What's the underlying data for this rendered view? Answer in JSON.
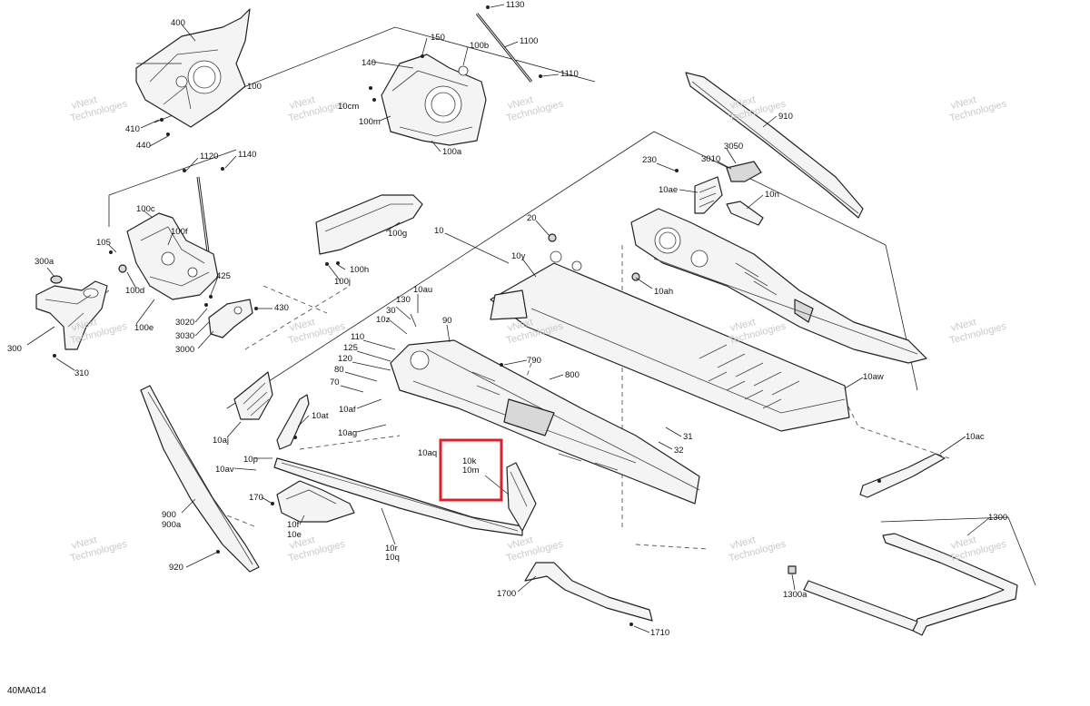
{
  "diagram": {
    "reference_code": "40MA014",
    "watermark_lines": [
      "vNext",
      "Technologies"
    ],
    "callouts": [
      "400",
      "410",
      "440",
      "100",
      "140",
      "150",
      "100b",
      "1130",
      "1100",
      "1110",
      "10cm",
      "100m",
      "100a",
      "1120",
      "1140",
      "100c",
      "100f",
      "105",
      "100d",
      "300a",
      "300",
      "310",
      "425",
      "430",
      "100e",
      "3020",
      "3030",
      "3000",
      "100g",
      "100h",
      "100j",
      "10",
      "20",
      "10y",
      "10ah",
      "910",
      "3050",
      "3010",
      "230",
      "10ae",
      "10n",
      "130",
      "10au",
      "30",
      "10z",
      "90",
      "110",
      "125",
      "120",
      "80",
      "70",
      "10af",
      "10ag",
      "790",
      "800",
      "10aw",
      "10at",
      "10aj",
      "10p",
      "10av",
      "10aq",
      "10k",
      "10m",
      "31",
      "32",
      "10ac",
      "170",
      "10f",
      "10e",
      "10r",
      "10q",
      "900",
      "900a",
      "920",
      "1700",
      "1710",
      "1300",
      "1300a"
    ],
    "highlighted_callouts": [
      "10k",
      "10m"
    ],
    "highlight_color": "#d9232a"
  }
}
